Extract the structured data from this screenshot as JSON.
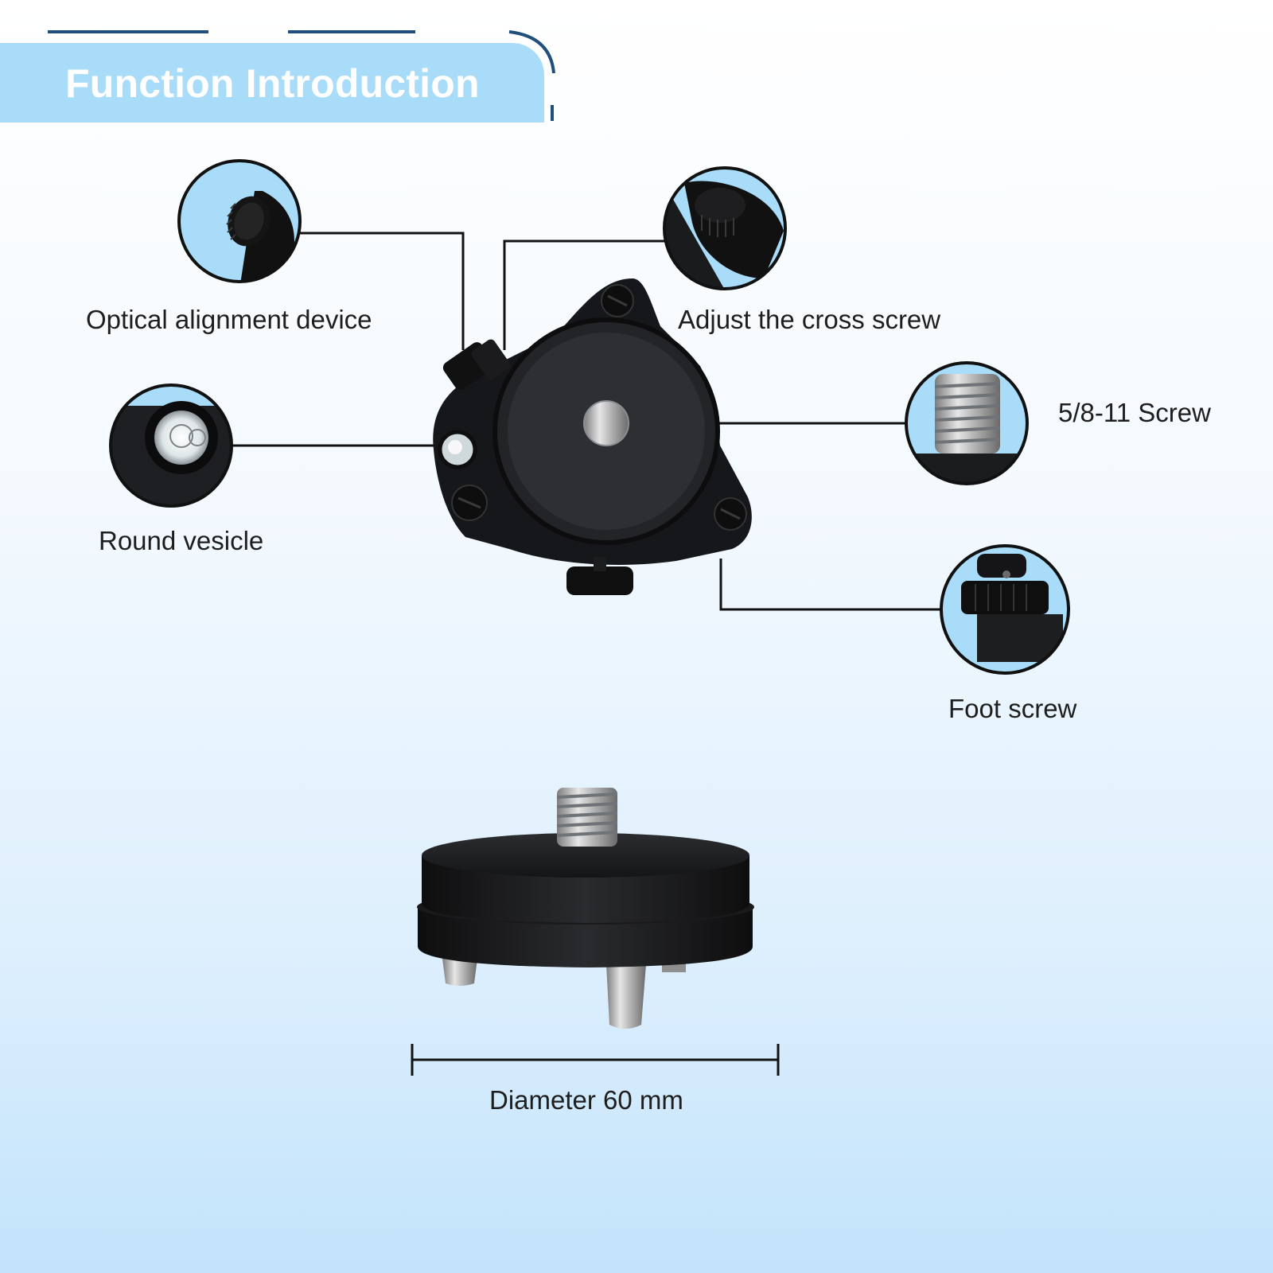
{
  "header": {
    "title": "Function Introduction"
  },
  "callouts": {
    "optical_alignment": "Optical alignment device",
    "cross_screw": "Adjust the cross screw",
    "screw_58_11": "5/8-11 Screw",
    "round_vesicle": "Round vesicle",
    "foot_screw": "Foot screw"
  },
  "dimension": {
    "label": "Diameter 60 mm"
  },
  "colors": {
    "banner": "#a9dcf8",
    "banner_accent": "#1f4f7a",
    "callout_line": "#111111",
    "product_body": "#1c1d1f",
    "zoom_background": "#a9dcf8"
  }
}
